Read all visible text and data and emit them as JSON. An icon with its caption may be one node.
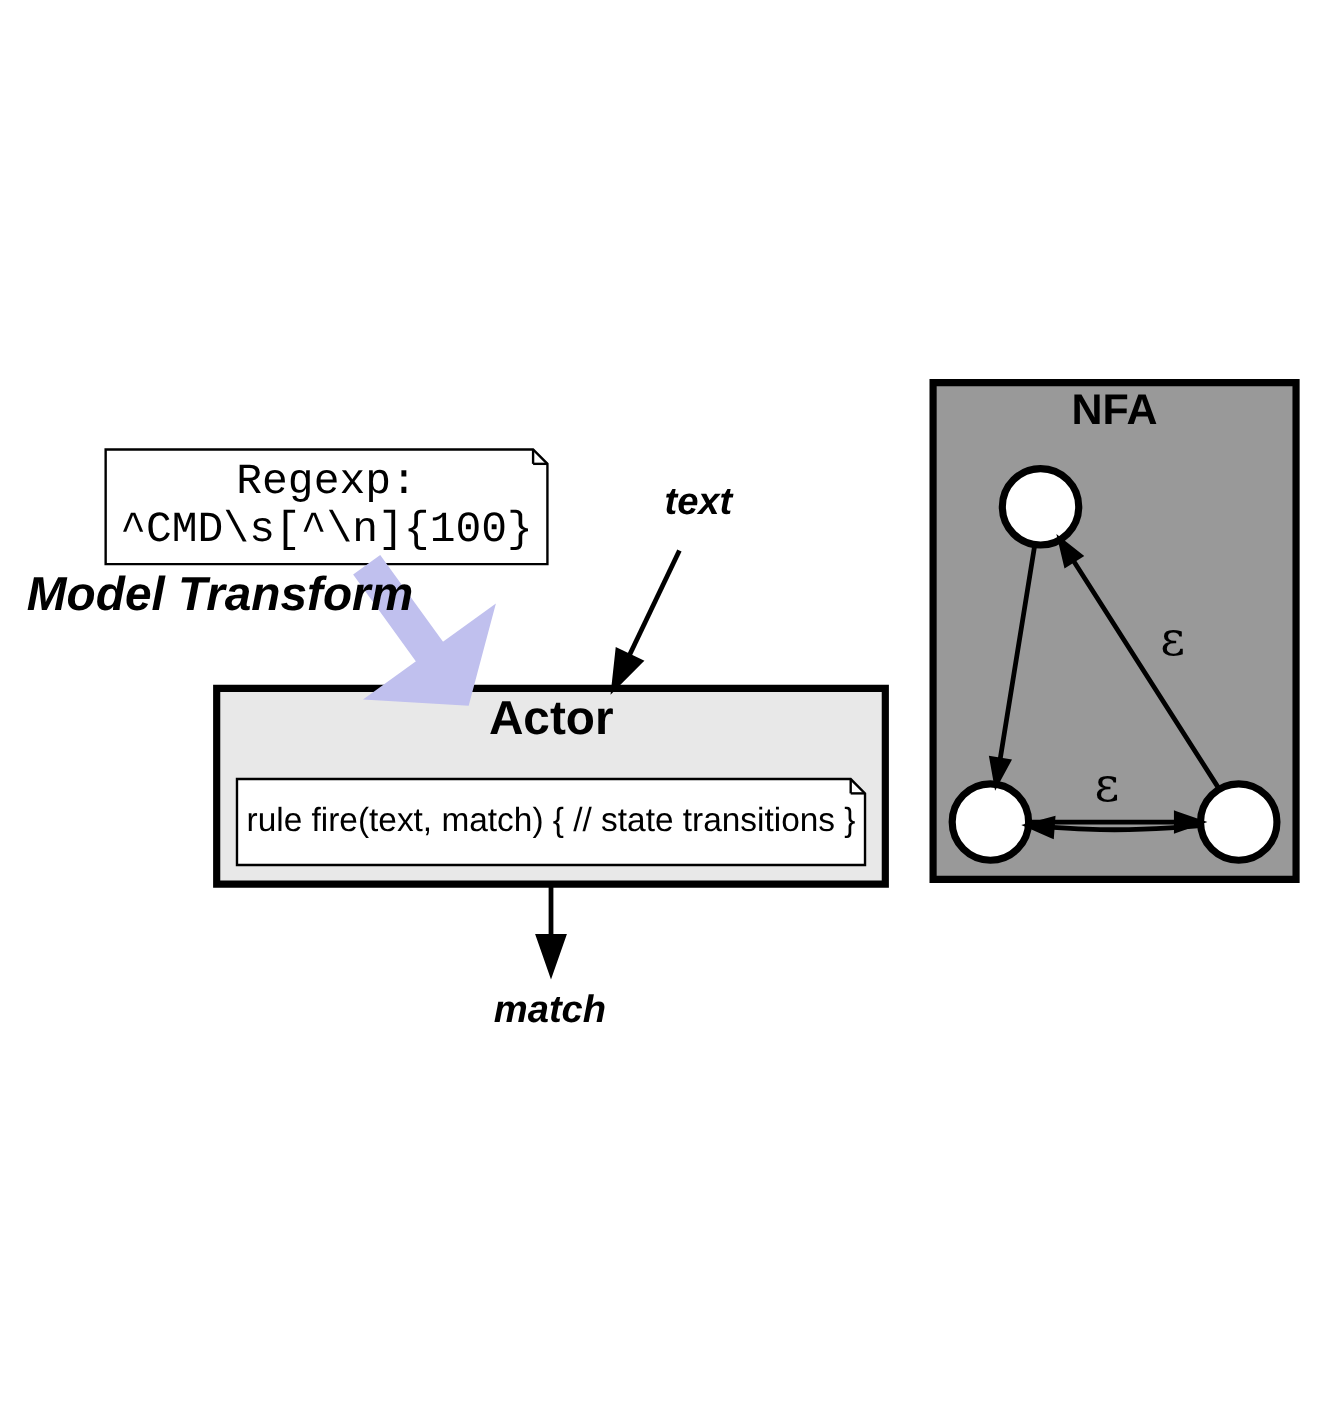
{
  "diagram": {
    "nodes": [
      {
        "text": [
          "Regexp:",
          "^CMD\\s[^\\n]{100}"
        ]
      },
      {
        "text": [
          "NFA"
        ]
      },
      {
        "text": [],
        "shape": "circle",
        "in": 1
      },
      {
        "text": [],
        "shape": "circle",
        "in": 1
      },
      {
        "text": [],
        "shape": "circle",
        "in": 1
      },
      {
        "text": [
          "Actor"
        ]
      },
      {
        "text": [
          "rule fire(text, match) { // state transitions }"
        ],
        "in": 5
      },
      {
        "text": [
          "text"
        ]
      },
      {
        "text": [
          "match"
        ]
      }
    ],
    "edges": [
      {
        "from": 0,
        "to": 5,
        "arrow": "to",
        "label": "Model Transform",
        "style": "thick",
        "color": "#c0c0ee"
      },
      {
        "from": 3,
        "to": 2,
        "arrow": "to",
        "label": "ε"
      },
      {
        "from": 2,
        "to": 4,
        "arrow": "to"
      },
      {
        "from": 4,
        "to": 3,
        "arrow": "to",
        "label": "ε"
      },
      {
        "from": 3,
        "to": 4,
        "arrow": "to"
      },
      {
        "from": 7,
        "to": 5,
        "arrow": "to"
      },
      {
        "from": 5,
        "to": 8,
        "arrow": "to"
      }
    ]
  }
}
